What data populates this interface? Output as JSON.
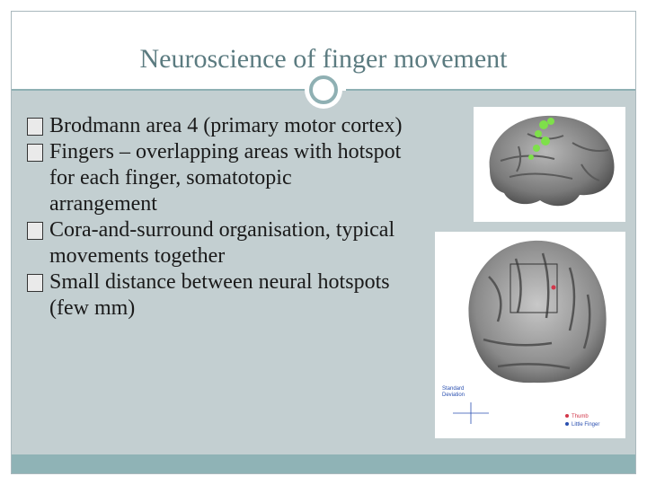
{
  "slide": {
    "title": "Neuroscience of finger movement",
    "bullets": [
      "Brodmann area 4 (primary motor cortex)",
      "Fingers – overlapping areas with hotspot for each finger, somatotopic arrangement",
      "Cora-and-surround organisation, typical movements together",
      "Small distance between neural hotspots (few mm)"
    ]
  },
  "figure_bottom": {
    "label_standard": "Standard",
    "label_deviation": "Deviation",
    "legend": [
      {
        "label": "Thumb",
        "color": "#d2374a"
      },
      {
        "label": "Little Finger",
        "color": "#2a4fb0"
      }
    ]
  },
  "colors": {
    "title": "#5b7b80",
    "accent": "#8fb0b3",
    "content_bg": "#c3cfd1",
    "footer": "#8fb3b6",
    "hotspot_green": "#7ee04a"
  }
}
